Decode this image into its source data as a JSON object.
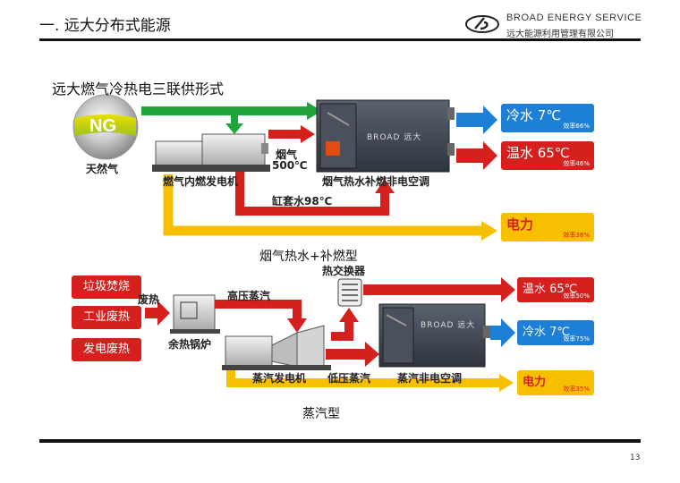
{
  "header": {
    "title": "一. 远大分布式能源",
    "brand_en": "BROAD ENERGY SERVICE",
    "brand_cn": "远大能源利用管理有限公司",
    "page_number": "13"
  },
  "section1": {
    "subtitle": "远大燃气冷热电三联供形式",
    "ng_badge": "NG",
    "natural_gas": "天然气",
    "engine": "燃气内燃发电机",
    "flue_gas": "烟气",
    "flue_temp": "500℃",
    "jacket_water": "缸套水98℃",
    "chiller": "烟气热水补燃非电空调",
    "chiller_brand": "BROAD 远大",
    "outputs": [
      {
        "label": "冷水 7℃",
        "eff": "效率66%"
      },
      {
        "label": "温水 65℃",
        "eff": "效率46%"
      },
      {
        "label": "电力",
        "eff": "效率38%"
      }
    ],
    "caption": "烟气热水+补燃型"
  },
  "section2": {
    "sources": [
      "垃圾焚烧",
      "工业废热",
      "发电废热"
    ],
    "waste_heat": "废热",
    "boiler": "余热锅炉",
    "hp_steam": "高压蒸汽",
    "heat_exchanger": "热交换器",
    "turbine": "蒸汽发电机",
    "lp_steam": "低压蒸汽",
    "chiller": "蒸汽非电空调",
    "chiller_brand": "BROAD 远大",
    "outputs": [
      {
        "label": "温水 65℃",
        "eff": "效率50%"
      },
      {
        "label": "冷水 7℃",
        "eff": "效率75%"
      },
      {
        "label": "电力",
        "eff": "效率35%"
      }
    ],
    "caption": "蒸汽型"
  }
}
